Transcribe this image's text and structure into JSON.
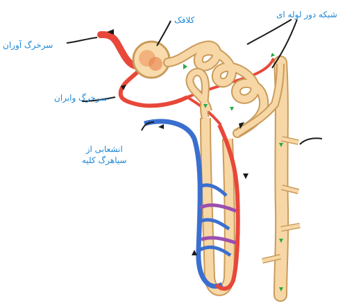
{
  "labels": {
    "afferent_arteriole": "سرخرگ آوران",
    "bowman_capsule": "کلافک",
    "peritubular_network": "شبکه دور لوله ای",
    "efferent_arteriole": "سرخرگ وابران",
    "medulla_line1": "انشعابی از",
    "medulla_line2": "سیاهرگ کلیه"
  },
  "colors": {
    "artery": "#e8483a",
    "vein": "#3a6fd0",
    "tubule": "#f7d7a6",
    "tubule_outline": "#c99b5a",
    "mixed_capillary": "#9a4fb0",
    "label_text": "#1e88d6",
    "flow_arrow_green": "#2aa84a",
    "pointer_line": "#1a1a1a"
  },
  "icons": [
    "flow-arrow-icon",
    "filtrate-arrow-icon"
  ]
}
